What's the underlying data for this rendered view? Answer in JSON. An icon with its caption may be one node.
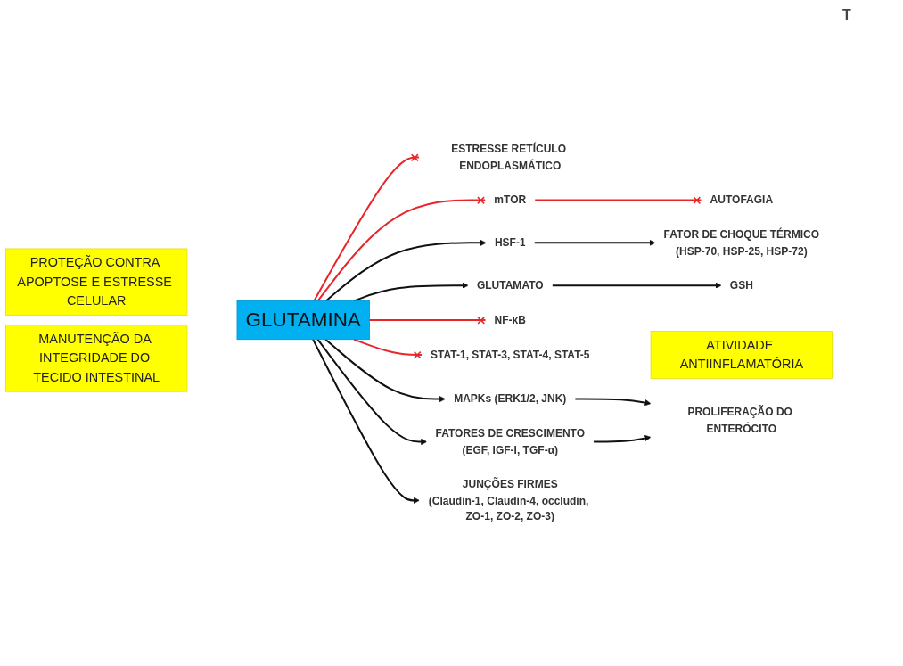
{
  "diagram": {
    "nodes": [
      {
        "text": [
          "PROTEÇÃO CONTRA APOPTOSE E ESTRESSE CELULAR"
        ]
      },
      {
        "text": [
          "AUTOFAGIA"
        ]
      },
      {
        "text": [
          "FATOR DE CHOQUE TÉRMICO",
          "(HSP-70, HSP-25, HSP-72)"
        ]
      },
      {
        "text": [
          "ESTRESSE RETÍCULO ENDOPLASMÁTICO"
        ]
      },
      {
        "text": [
          "mTOR"
        ]
      },
      {
        "text": [
          "HSF-1"
        ]
      },
      {
        "text": [
          "GSH"
        ]
      },
      {
        "text": [
          "GLUTAMATO"
        ]
      },
      {
        "text": [
          "NF-κB"
        ]
      },
      {
        "text": [
          "ATIVIDADE ANTIINFLAMATÓRIA"
        ]
      },
      {
        "text": [
          "GLUTAMINA"
        ]
      },
      {
        "text": [
          "STAT-1, STAT-3, STAT-4, STAT-5"
        ]
      },
      {
        "text": [
          "MAPKs (ERK1/2, JNK)"
        ]
      },
      {
        "text": [
          "FATORES DE CRESCIMENTO",
          "(EGF, IGF-I, TGF-α)"
        ]
      },
      {
        "text": [
          "JUNÇÕES FIRMES",
          "(Claudin-1, Claudin-4, occludin, ZO-1, ZO-2, ZO-3)"
        ]
      },
      {
        "text": [
          "PROLIFERAÇÃO DO ENTERÓCITO"
        ]
      },
      {
        "text": [
          "MANUTENÇÃO DA INTEGRIDADE DO TECIDO INTESTINAL"
        ]
      }
    ],
    "edges": [
      {
        "from": 10,
        "to": 4,
        "arrow": "other",
        "color": "#e8262a"
      },
      {
        "from": 4,
        "to": 1,
        "arrow": "other",
        "color": "#e8262a"
      },
      {
        "from": 10,
        "to": 3,
        "arrow": "other",
        "color": "#e8262a"
      },
      {
        "from": 10,
        "to": 5,
        "arrow": "to"
      },
      {
        "from": 5,
        "to": 2,
        "arrow": "to"
      },
      {
        "from": 10,
        "to": 7,
        "arrow": "to"
      },
      {
        "from": 7,
        "to": 6,
        "arrow": "to"
      },
      {
        "from": 10,
        "to": 8,
        "arrow": "other",
        "color": "#e8262a"
      },
      {
        "from": 10,
        "to": 11,
        "arrow": "other",
        "color": "#e8262a"
      },
      {
        "from": 10,
        "to": 12,
        "arrow": "to"
      },
      {
        "from": 10,
        "to": 13,
        "arrow": "to"
      },
      {
        "from": 10,
        "to": 14,
        "arrow": "to"
      },
      {
        "from": 12,
        "to": 15,
        "arrow": "to"
      },
      {
        "from": 13,
        "to": 15,
        "arrow": "to"
      }
    ],
    "labels": [
      "T"
    ]
  }
}
